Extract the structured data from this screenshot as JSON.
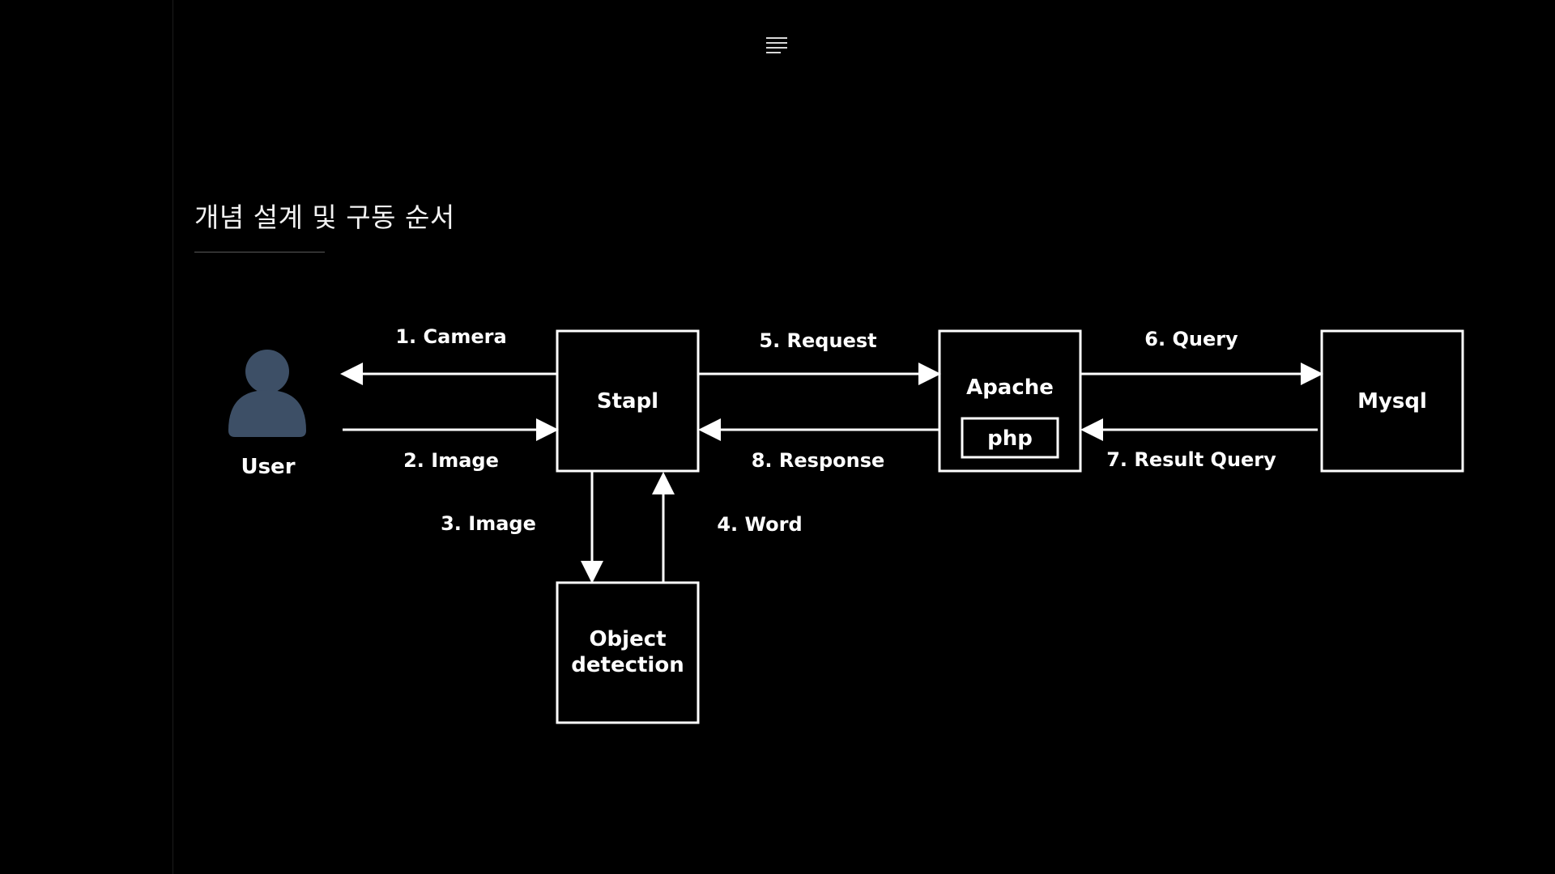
{
  "header": {
    "menu_icon": "hamburger-menu-icon"
  },
  "page": {
    "title": "개념 설계 및 구동 순서"
  },
  "diagram": {
    "actor": {
      "label": "User",
      "icon": "user-icon",
      "color": "#3d4f66"
    },
    "nodes": {
      "stapl": "Stapl",
      "object_line1": "Object",
      "object_line2": "detection",
      "apache": "Apache",
      "php": "php",
      "mysql": "Mysql"
    },
    "edges": {
      "camera": "1. Camera",
      "image_to_stapl": "2. Image",
      "image_to_detection": "3. Image",
      "word": "4. Word",
      "request": "5. Request",
      "query": "6. Query",
      "result_query": "7. Result Query",
      "response": "8. Response"
    }
  }
}
